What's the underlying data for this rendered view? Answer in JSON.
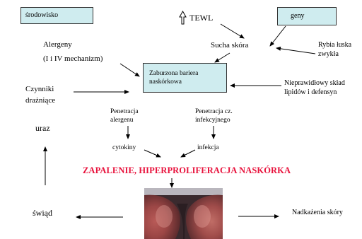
{
  "nodes": {
    "srodowisko": "środowisko",
    "geny": "geny",
    "tewl": "TEWL",
    "sucha_skora": "Sucha skóra",
    "rybia_luska_1": "Rybia łuska",
    "rybia_luska_2": "zwykła",
    "alergeny_1": "Alergeny",
    "alergeny_2": "(I i IV mechanizm)",
    "bariera_1": "Zaburzona bariera",
    "bariera_2": "naskórkowa",
    "nieprawidlowy_1": "Nieprawidłowy skład",
    "nieprawidlowy_2": "lipidów i defensyn",
    "czynniki_1": "Czynniki",
    "czynniki_2": "drażniące",
    "penetracja_alergenu_1": "Penetracja",
    "penetracja_alergenu_2": "alergenu",
    "penetracja_cz_1": "Penetracja cz.",
    "penetracja_cz_2": "infekcyjnego",
    "uraz": "uraz",
    "cytokiny": "cytokiny",
    "infekcja": "infekcja",
    "zapalenie": "ZAPALENIE, HIPERPROLIFERACJA NASKÓRKA",
    "swiad": "świąd",
    "nadkazenia": "Nadkażenia skóry"
  },
  "colors": {
    "box_fill": "#cfecef",
    "highlight_text": "#e8123c"
  },
  "icons": {
    "tewl_arrow": "up-outline-arrow-icon"
  }
}
